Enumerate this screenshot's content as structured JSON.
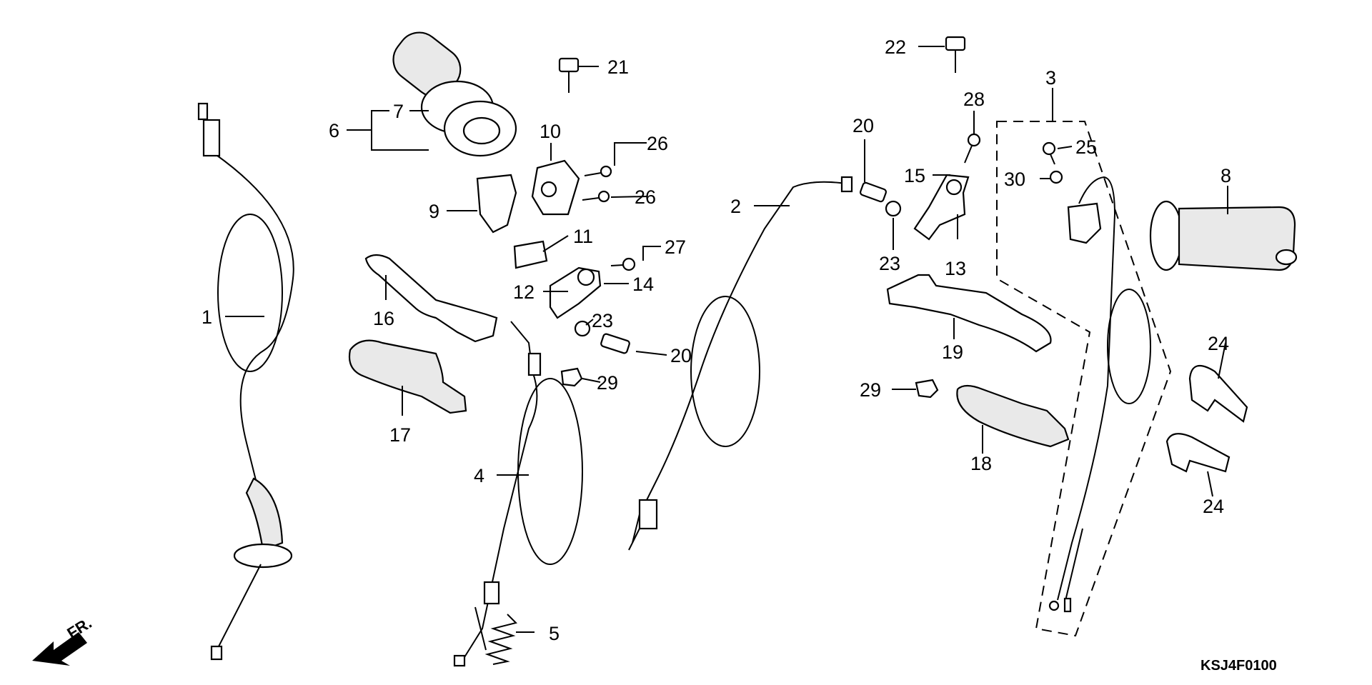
{
  "diagram_code": "KSJ4F0100",
  "front_indicator": "FR.",
  "callouts": [
    {
      "id": "c1",
      "label": "1"
    },
    {
      "id": "c2",
      "label": "2"
    },
    {
      "id": "c3",
      "label": "3"
    },
    {
      "id": "c4",
      "label": "4"
    },
    {
      "id": "c5",
      "label": "5"
    },
    {
      "id": "c6",
      "label": "6"
    },
    {
      "id": "c7",
      "label": "7"
    },
    {
      "id": "c8",
      "label": "8"
    },
    {
      "id": "c9",
      "label": "9"
    },
    {
      "id": "c10",
      "label": "10"
    },
    {
      "id": "c11",
      "label": "11"
    },
    {
      "id": "c12",
      "label": "12"
    },
    {
      "id": "c13",
      "label": "13"
    },
    {
      "id": "c14",
      "label": "14"
    },
    {
      "id": "c15",
      "label": "15"
    },
    {
      "id": "c16",
      "label": "16"
    },
    {
      "id": "c17",
      "label": "17"
    },
    {
      "id": "c18",
      "label": "18"
    },
    {
      "id": "c19",
      "label": "19"
    },
    {
      "id": "c20a",
      "label": "20"
    },
    {
      "id": "c20b",
      "label": "20"
    },
    {
      "id": "c21",
      "label": "21"
    },
    {
      "id": "c22",
      "label": "22"
    },
    {
      "id": "c23a",
      "label": "23"
    },
    {
      "id": "c23b",
      "label": "23"
    },
    {
      "id": "c24a",
      "label": "24"
    },
    {
      "id": "c24b",
      "label": "24"
    },
    {
      "id": "c25",
      "label": "25"
    },
    {
      "id": "c26a",
      "label": "26"
    },
    {
      "id": "c26b",
      "label": "26"
    },
    {
      "id": "c27",
      "label": "27"
    },
    {
      "id": "c28",
      "label": "28"
    },
    {
      "id": "c29a",
      "label": "29"
    },
    {
      "id": "c29b",
      "label": "29"
    },
    {
      "id": "c30",
      "label": "30"
    }
  ]
}
